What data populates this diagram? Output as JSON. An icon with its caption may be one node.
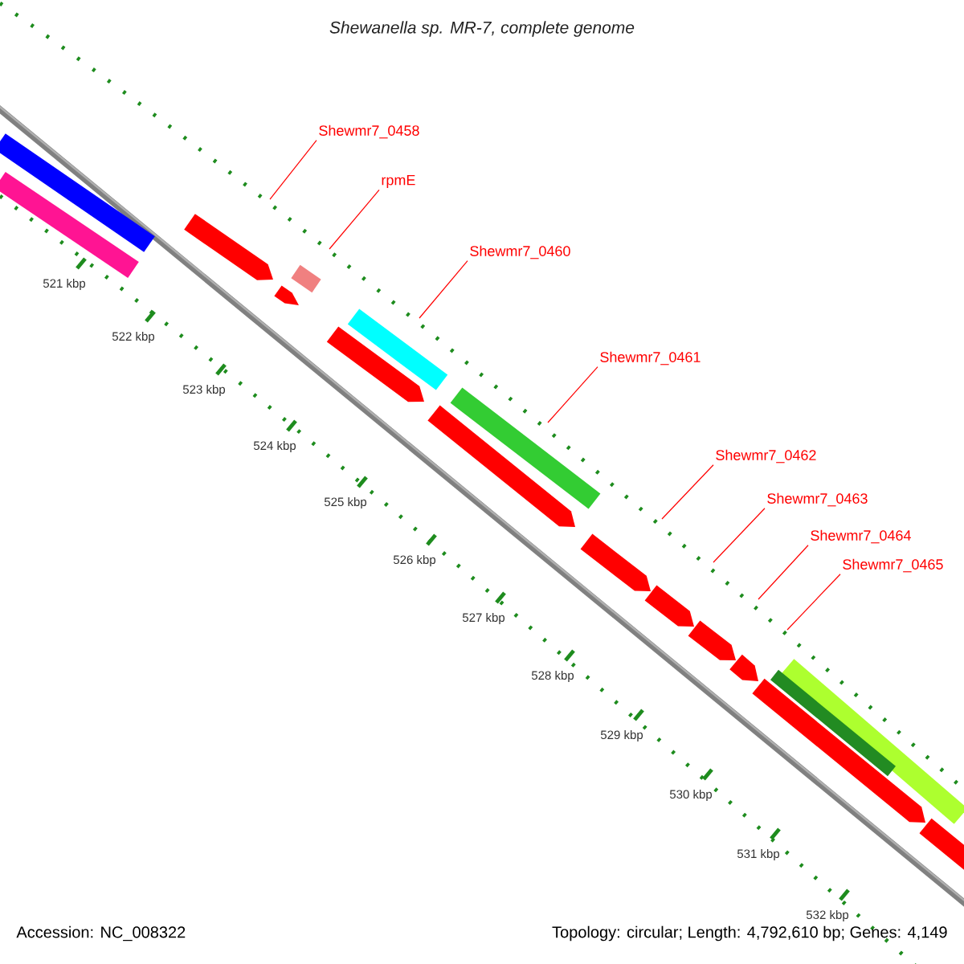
{
  "diagram": {
    "title": "Shewanella sp. MR-7, complete genome",
    "nodes": [
      {
        "text": [
          "Shewmr7_0458"
        ]
      },
      {
        "text": [
          "rpmE"
        ]
      },
      {
        "text": [
          "Shewmr7_0460"
        ]
      },
      {
        "text": [
          "Shewmr7_0461"
        ]
      },
      {
        "text": [
          "Shewmr7_0462"
        ]
      },
      {
        "text": [
          "Shewmr7_0463"
        ]
      },
      {
        "text": [
          "Shewmr7_0464"
        ]
      },
      {
        "text": [
          "Shewmr7_0465"
        ]
      }
    ],
    "edges": [
      {
        "from": 0,
        "to": null,
        "arrow": "none"
      },
      {
        "from": 1,
        "to": null,
        "arrow": "none"
      },
      {
        "from": 2,
        "to": null,
        "arrow": "none"
      },
      {
        "from": 3,
        "to": null,
        "arrow": "none"
      },
      {
        "from": 4,
        "to": null,
        "arrow": "none"
      },
      {
        "from": 5,
        "to": null,
        "arrow": "none"
      },
      {
        "from": 6,
        "to": null,
        "arrow": "none"
      },
      {
        "from": 7,
        "to": null,
        "arrow": "none"
      }
    ],
    "labels": [
      "521 kbp",
      "522 kbp",
      "523 kbp",
      "524 kbp",
      "525 kbp",
      "526 kbp",
      "527 kbp",
      "528 kbp",
      "529 kbp",
      "530 kbp",
      "531 kbp",
      "532 kbp",
      "Accession: NC_008322",
      "Topology: circular; Length: 4,792,610 bp; Genes: 4,149"
    ]
  }
}
